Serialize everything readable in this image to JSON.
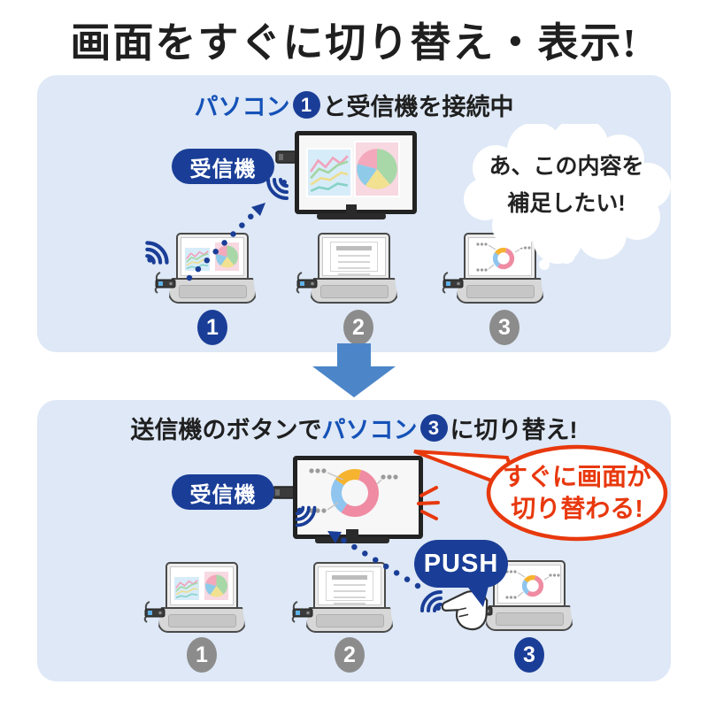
{
  "title": "画面をすぐに切り替え・表示!",
  "step1": {
    "headline": {
      "pc_label": "パソコン",
      "pc_number": "1",
      "suffix": "と受信機を接続中"
    },
    "receiver_label": "受信機",
    "thought_bubble": {
      "line1": "あ、この内容を",
      "line2": "補足したい!"
    },
    "pc_badges": [
      "1",
      "2",
      "3"
    ]
  },
  "step2": {
    "headline": {
      "prefix": "送信機のボタンで",
      "pc_label": "パソコン",
      "pc_number": "3",
      "suffix": "に切り替え!"
    },
    "receiver_label": "受信機",
    "callout_bubble": {
      "line1": "すぐに画面が",
      "line2": "切り替わる!"
    },
    "push_label": "PUSH",
    "pc_badges": [
      "1",
      "2",
      "3"
    ]
  },
  "colors": {
    "deep_blue": "#1a3e97",
    "headline_blue": "#1552b8",
    "panel_bg": "#dee8f6",
    "arrow_blue": "#4c86c9",
    "alert_red": "#e8380d",
    "badge_gray": "#8c8c8c",
    "donut_pink": "#ef8ba2",
    "donut_blue": "#8fc5ee",
    "donut_yellow": "#f5b32f"
  }
}
